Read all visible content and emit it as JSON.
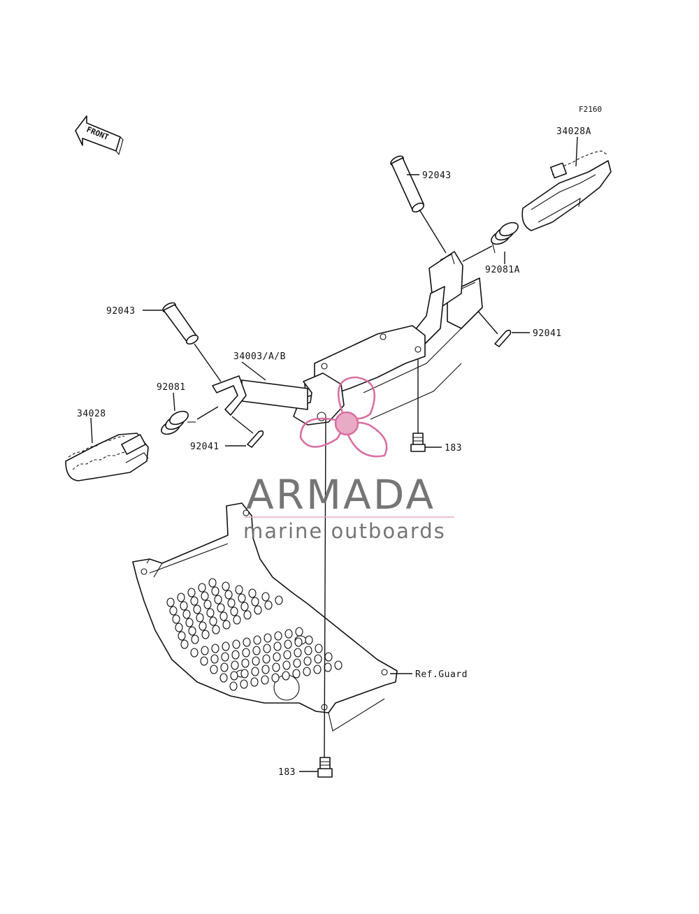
{
  "figure_code": "F2160",
  "front_label": "FRONT",
  "labels": {
    "footpeg_right": "34028A",
    "pin_right": "92043",
    "spring_right": "92081A",
    "cotter_right": "92041",
    "bracket": "34003/A/B",
    "pin_left": "92043",
    "spring_left": "92081",
    "footpeg_left": "34028",
    "cotter_left": "92041",
    "bolt_upper": "183",
    "ref_guard": "Ref.Guard",
    "bolt_lower": "183"
  },
  "watermark": {
    "brand": "ARMADA",
    "tagline": "marine outboards",
    "color_pink": "#e8a6c4",
    "color_pink_dark": "#d86a9c",
    "color_gray": "#6e6e6e"
  }
}
